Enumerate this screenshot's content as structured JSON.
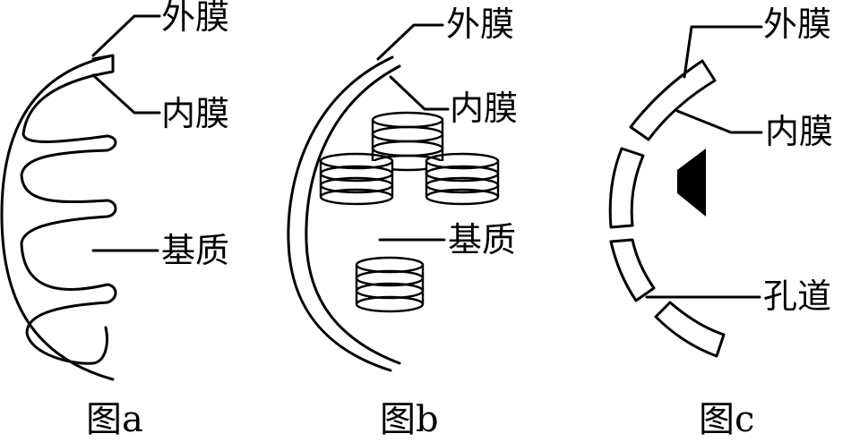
{
  "panels": {
    "a": {
      "caption": "图a",
      "labels": {
        "outer": "外膜",
        "inner": "内膜",
        "matrix": "基质"
      }
    },
    "b": {
      "caption": "图b",
      "labels": {
        "outer": "外膜",
        "inner": "内膜",
        "matrix": "基质"
      }
    },
    "c": {
      "caption": "图c",
      "labels": {
        "outer": "外膜",
        "inner": "内膜",
        "pore": "孔道"
      }
    }
  }
}
